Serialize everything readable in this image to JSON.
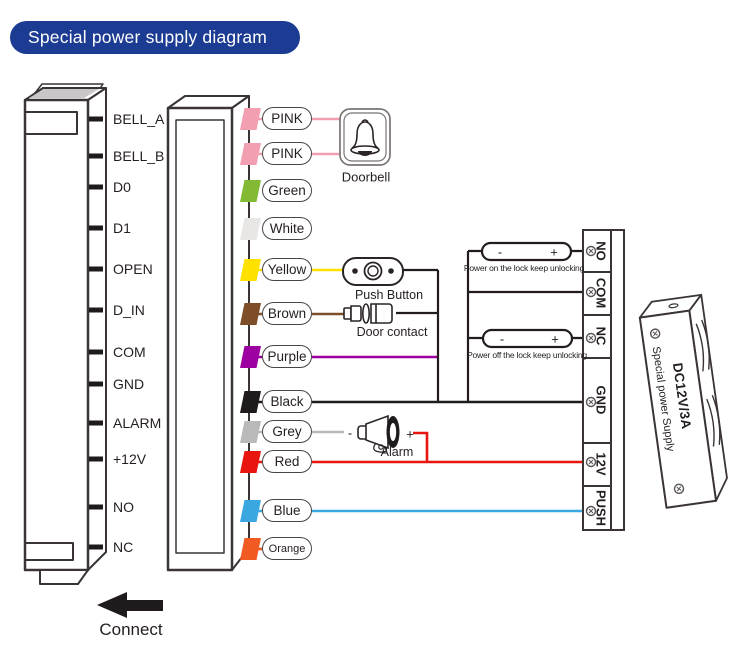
{
  "header": {
    "title": "Special power supply diagram",
    "accent": "#1c3b92"
  },
  "reader": {
    "pins": [
      "BELL_A",
      "BELL_B",
      "D0",
      "D1",
      "OPEN",
      "D_IN",
      "COM",
      "GND",
      "ALARM",
      "+12V",
      "NO",
      "NC"
    ]
  },
  "wires": [
    {
      "label": "PINK",
      "color": "#f2a0b1"
    },
    {
      "label": "PINK",
      "color": "#f2a0b1"
    },
    {
      "label": "Green",
      "color": "#82bb33"
    },
    {
      "label": "White",
      "color": "#e9e7e5"
    },
    {
      "label": "Yellow",
      "color": "#ffe100"
    },
    {
      "label": "Brown",
      "color": "#7d4e28"
    },
    {
      "label": "Purple",
      "color": "#9c00a0"
    },
    {
      "label": "Black",
      "color": "#1f1a1b"
    },
    {
      "label": "Grey",
      "color": "#b9b9b9"
    },
    {
      "label": "Red",
      "color": "#e8160f"
    },
    {
      "label": "Blue",
      "color": "#3aa7e0"
    },
    {
      "label": "Orange",
      "color": "#f15a22"
    }
  ],
  "peripherals": {
    "doorbell": {
      "label": "Doorbell"
    },
    "push_button": {
      "label": "Push Button"
    },
    "door_contact": {
      "label": "Door contact"
    },
    "alarm": {
      "label": "Alarm",
      "minus": "-",
      "plus": "+"
    }
  },
  "locks": {
    "items": [
      {
        "minus": "-",
        "plus": "+",
        "caption": "Power on the lock keep unlocking"
      },
      {
        "minus": "-",
        "plus": "+",
        "caption": "Power off the lock keep unlocking"
      }
    ]
  },
  "terminal": {
    "labels": [
      "NO",
      "COM",
      "NC",
      "GND",
      "12V",
      "PUSH"
    ]
  },
  "psu": {
    "model": "DC12V/3A",
    "name": "Special power Supply"
  },
  "footer": {
    "connect": "Connect"
  }
}
